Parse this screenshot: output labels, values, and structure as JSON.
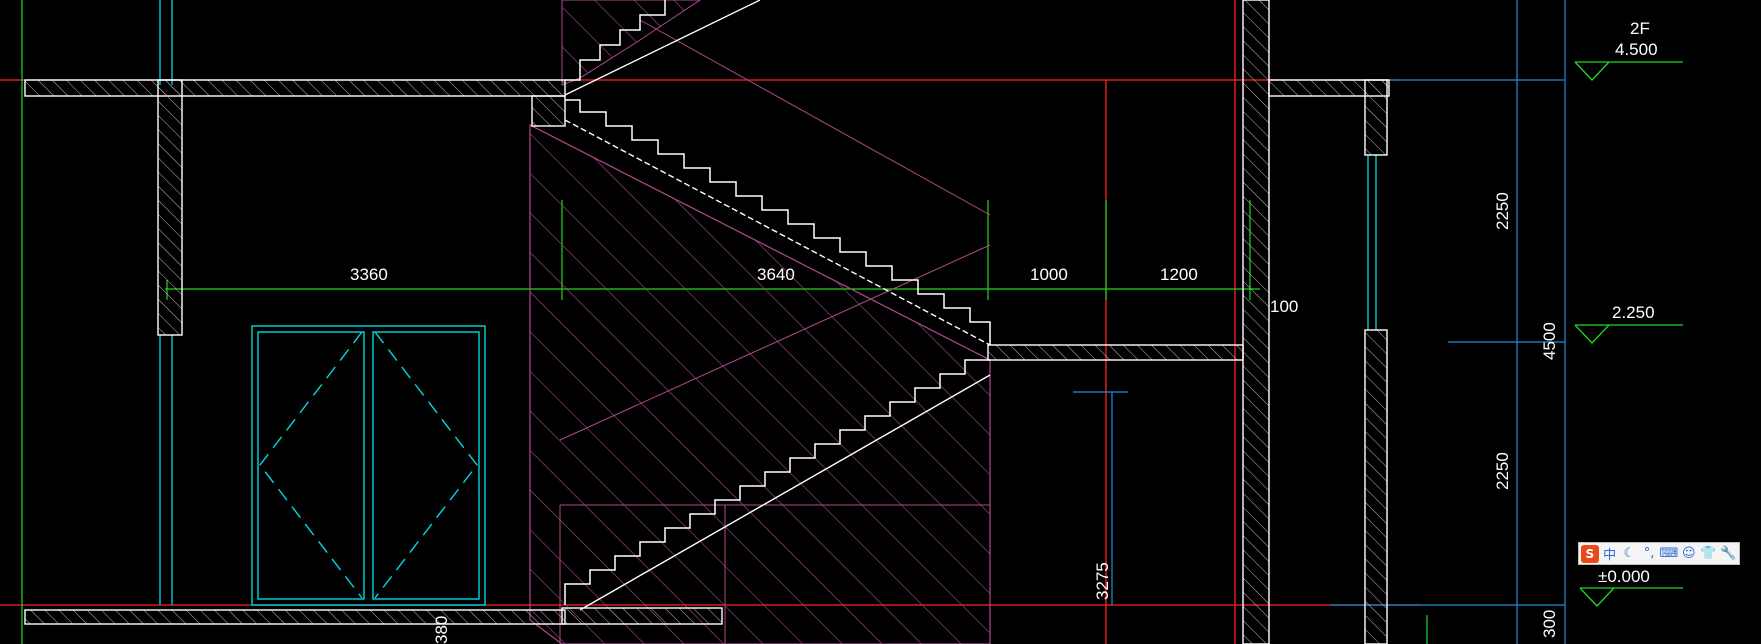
{
  "drawing": {
    "dimensions": {
      "horizontal": [
        "3360",
        "3640",
        "1000",
        "1200",
        "100"
      ],
      "vertical_right": [
        "2250",
        "4500",
        "2250",
        "300"
      ],
      "vertical_mid": "3275",
      "vertical_bottom": "380"
    },
    "levels": {
      "floor_name": "2F",
      "level_2f": "4.500",
      "level_mid": "2.250",
      "level_ground": "±0.000"
    },
    "colors": {
      "background": "#000000",
      "axis_red": "#ff2020",
      "dim_green": "#21d721",
      "wall_white": "#ffffff",
      "hatch_magenta": "#b04a8c",
      "window_cyan": "#00d8e0",
      "dim_blue": "#1a8fd8"
    }
  },
  "ime_toolbar": {
    "items": [
      {
        "name": "sogou-logo-icon",
        "glyph": "S"
      },
      {
        "name": "chinese-mode",
        "glyph": "中"
      },
      {
        "name": "moon-icon",
        "glyph": "☾"
      },
      {
        "name": "punctuation-icon",
        "glyph": "°,"
      },
      {
        "name": "keyboard-icon",
        "glyph": "⌨"
      },
      {
        "name": "user-icon",
        "glyph": "☺"
      },
      {
        "name": "shirt-skin-icon",
        "glyph": "👕"
      },
      {
        "name": "wrench-icon",
        "glyph": "🔧"
      }
    ]
  }
}
